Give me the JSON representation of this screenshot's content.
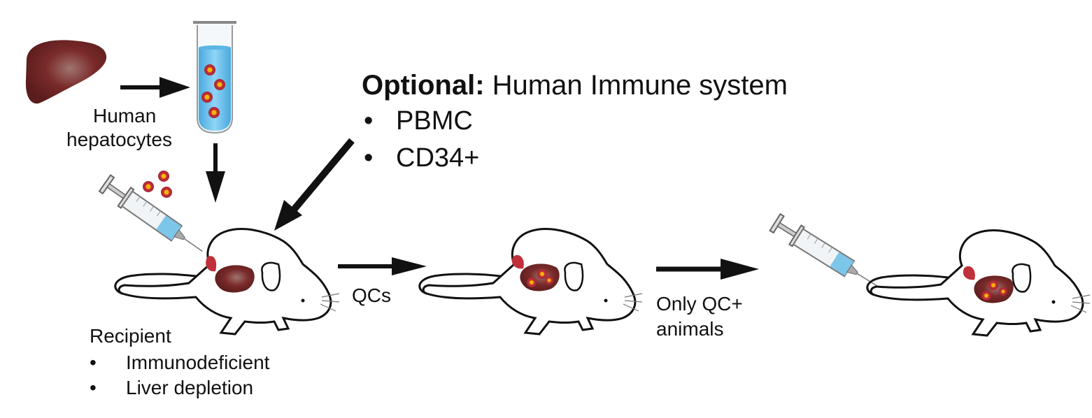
{
  "labels": {
    "hepatocytes": [
      "Human",
      "hepatocytes"
    ],
    "qcs": "QCs",
    "only_qc": [
      "Only QC+",
      "animals"
    ]
  },
  "optional": {
    "title_bold": "Optional:",
    "title_rest": " Human Immune system",
    "bullet": "•",
    "items": [
      "PBMC",
      "CD34+"
    ]
  },
  "recipient": {
    "title": "Recipient",
    "bullet": "•",
    "items": [
      "Immunodeficient",
      "Liver depletion"
    ]
  },
  "colors": {
    "liver": "#7a2a2a",
    "liver_dark": "#5e1c1c",
    "cell": "#c0303a",
    "cell_nucleus": "#f5b400",
    "tube_liquid": "#6ec3ef",
    "syringe_liquid": "#7cc6ea",
    "line": "#111111"
  }
}
